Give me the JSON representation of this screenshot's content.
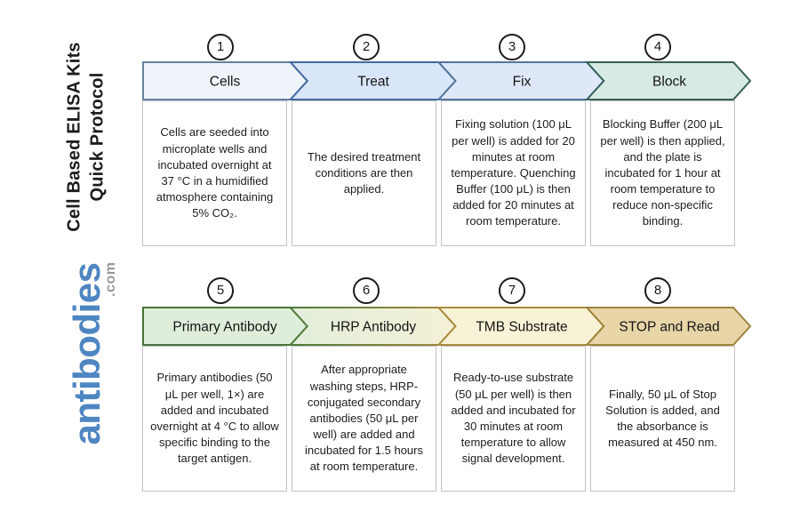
{
  "sidebar": {
    "title_line1": "Cell Based ELISA Kits",
    "title_line2": "Quick Protocol",
    "logo_main": "antibodies",
    "logo_suffix": ".com",
    "logo_color": "#4e86c1",
    "title_color": "#1c1c1c"
  },
  "steps": [
    {
      "number": "1",
      "label": "Cells",
      "description": "Cells are seeded into microplate wells and incubated overnight at 37 °C in a humidified atmosphere containing 5% CO₂.",
      "fill": "#eff4fa",
      "border": "#64819f"
    },
    {
      "number": "2",
      "label": "Treat",
      "description": "The desired treatment conditions are then applied.",
      "fill": "#d9e5f8",
      "border": "#44699f"
    },
    {
      "number": "3",
      "label": "Fix",
      "description": "Fixing solution (100 μL per well) is added for 20 minutes at room temperature. Quenching Buffer (100 μL) is then added for 20 minutes at room temperature.",
      "fill": "#dfe8f8",
      "border": "#53759e"
    },
    {
      "number": "4",
      "label": "Block",
      "description": "Blocking Buffer (200 μL per well) is then applied, and the plate is incubated for 1 hour at room temperature to reduce non-specific binding.",
      "fill": "#d7ebe4",
      "border": "#355f58"
    },
    {
      "number": "5",
      "label": "Primary Antibody",
      "description": "Primary antibodies (50 μL per well, 1×) are added and incubated overnight at 4 °C to allow specific binding to the target antigen.",
      "fill": "#deeeda",
      "border": "#47753a"
    },
    {
      "number": "6",
      "label": "HRP Antibody",
      "description": "After appropriate washing steps, HRP-conjugated secondary antibodies (50 μL per well) are added and incubated for 1.5 hours at room temperature.",
      "fill": "#e2efdb",
      "fill_to": "#f4f0d6",
      "border": "#4d7a3e",
      "border_to": "#a78b3e"
    },
    {
      "number": "7",
      "label": "TMB Substrate",
      "description": "Ready-to-use substrate (50 μL per well) is then added and incubated for 30 minutes at room temperature to allow signal development.",
      "fill": "#f8f3d6",
      "border": "#a88c3e"
    },
    {
      "number": "8",
      "label": "STOP and Read",
      "description": "Finally, 50 μL of Stop Solution is added, and the absorbance is measured at 450 nm.",
      "fill": "#e8d6a8",
      "border": "#9e833c"
    }
  ]
}
